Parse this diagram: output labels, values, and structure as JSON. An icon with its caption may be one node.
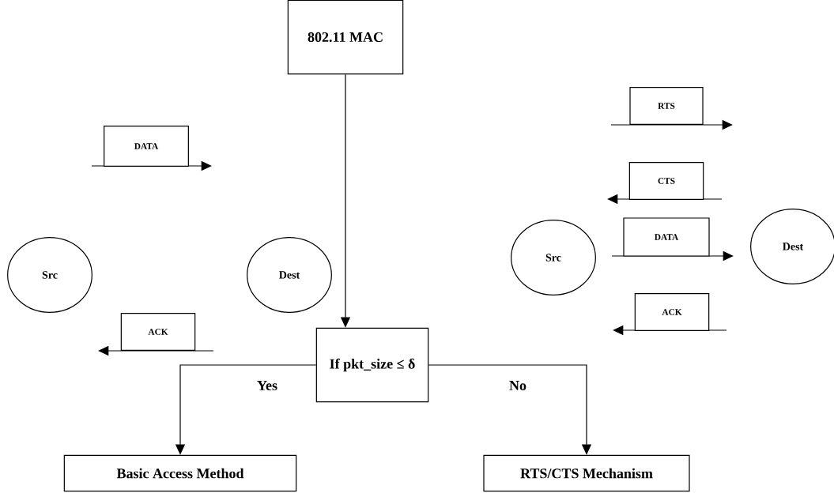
{
  "diagram": {
    "nodes": [
      {
        "text": [
          "802.11 MAC"
        ]
      },
      {
        "text": [
          "If pkt_size ≤ δ"
        ]
      },
      {
        "text": [
          "Basic Access Method"
        ]
      },
      {
        "text": [
          "RTS/CTS Mechanism"
        ]
      },
      {
        "text": [
          "DATA"
        ]
      },
      {
        "text": [
          "Src"
        ]
      },
      {
        "text": [
          "Dest"
        ]
      },
      {
        "text": [
          "ACK"
        ]
      },
      {
        "text": [
          "RTS"
        ]
      },
      {
        "text": [
          "CTS"
        ]
      },
      {
        "text": [
          "Src"
        ]
      },
      {
        "text": [
          "DATA"
        ]
      },
      {
        "text": [
          "Dest"
        ]
      },
      {
        "text": [
          "ACK"
        ]
      }
    ],
    "edges": [
      {
        "from": 0,
        "to": 1,
        "arrow": "to"
      },
      {
        "from": 1,
        "to": 2,
        "arrow": "to",
        "label": "Yes"
      },
      {
        "from": 1,
        "to": 3,
        "arrow": "to",
        "label": "No"
      }
    ]
  }
}
